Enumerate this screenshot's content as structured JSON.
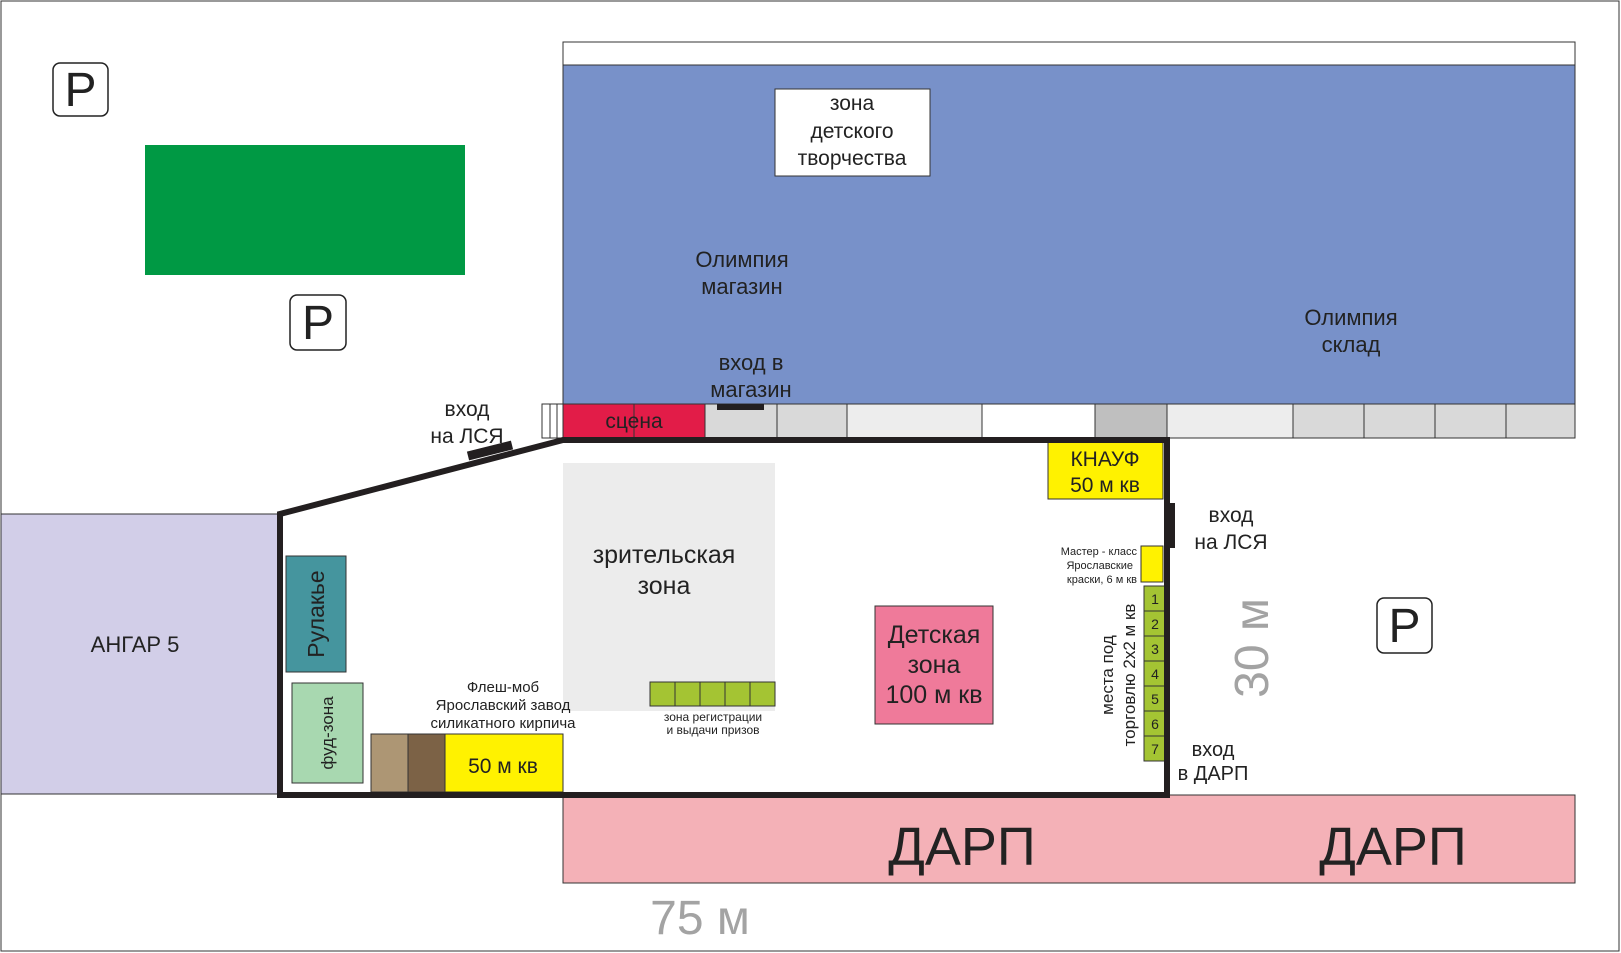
{
  "parking": {
    "label": "P"
  },
  "colors": {
    "olimpia": "#7891C9",
    "angar": "#D2CEE8",
    "darp": "#F4B1B7",
    "green_lot": "#009944",
    "stage": "#E21C48",
    "yellow": "#FFF200",
    "spot_green": "#A4C433",
    "kids": "#EF7A9A",
    "audience": "#ECECEC",
    "rulakye": "#45959E",
    "food": "#A8D8B0",
    "dimension": "#A3A3A3",
    "wall": "#231F20"
  },
  "buildings": {
    "olimpia_shop": [
      "Олимпия",
      "магазин"
    ],
    "olimpia_warehouse": [
      "Олимпия",
      "склад"
    ],
    "kids_creativity": [
      "зона",
      "детского",
      "творчества"
    ],
    "angar": "АНГАР 5",
    "darp_1": "ДАРП",
    "darp_2": "ДАРП"
  },
  "entrances": {
    "shop": [
      "вход в",
      "магазин"
    ],
    "lsya_top": [
      "вход",
      "на ЛСЯ"
    ],
    "lsya_right": [
      "вход",
      "на ЛСЯ"
    ],
    "darp": [
      "вход",
      "в ДАРП"
    ]
  },
  "zones": {
    "stage": "сцена",
    "audience": [
      "зрительская",
      "зона"
    ],
    "knauf": [
      "КНАУФ",
      "50 м кв"
    ],
    "master_class": [
      "Мастер - класс",
      "Ярославские",
      "краски, 6 м кв"
    ],
    "trade_spots_label": [
      "места под",
      "торговлю 2х2 м кв"
    ],
    "trade_spots": [
      "1",
      "2",
      "3",
      "4",
      "5",
      "6",
      "7"
    ],
    "kids": [
      "Детская",
      "зона",
      "100 м кв"
    ],
    "registration": [
      "зона регистрации",
      "и выдачи призов"
    ],
    "flashmob": [
      "Флеш-моб",
      "Ярославский завод",
      "силикатного кирпича"
    ],
    "flashmob_area": "50 м кв",
    "rulakye": "Рулакье",
    "food": "фуд-зона"
  },
  "dimensions": {
    "width": "75 м",
    "height": "30 м"
  }
}
